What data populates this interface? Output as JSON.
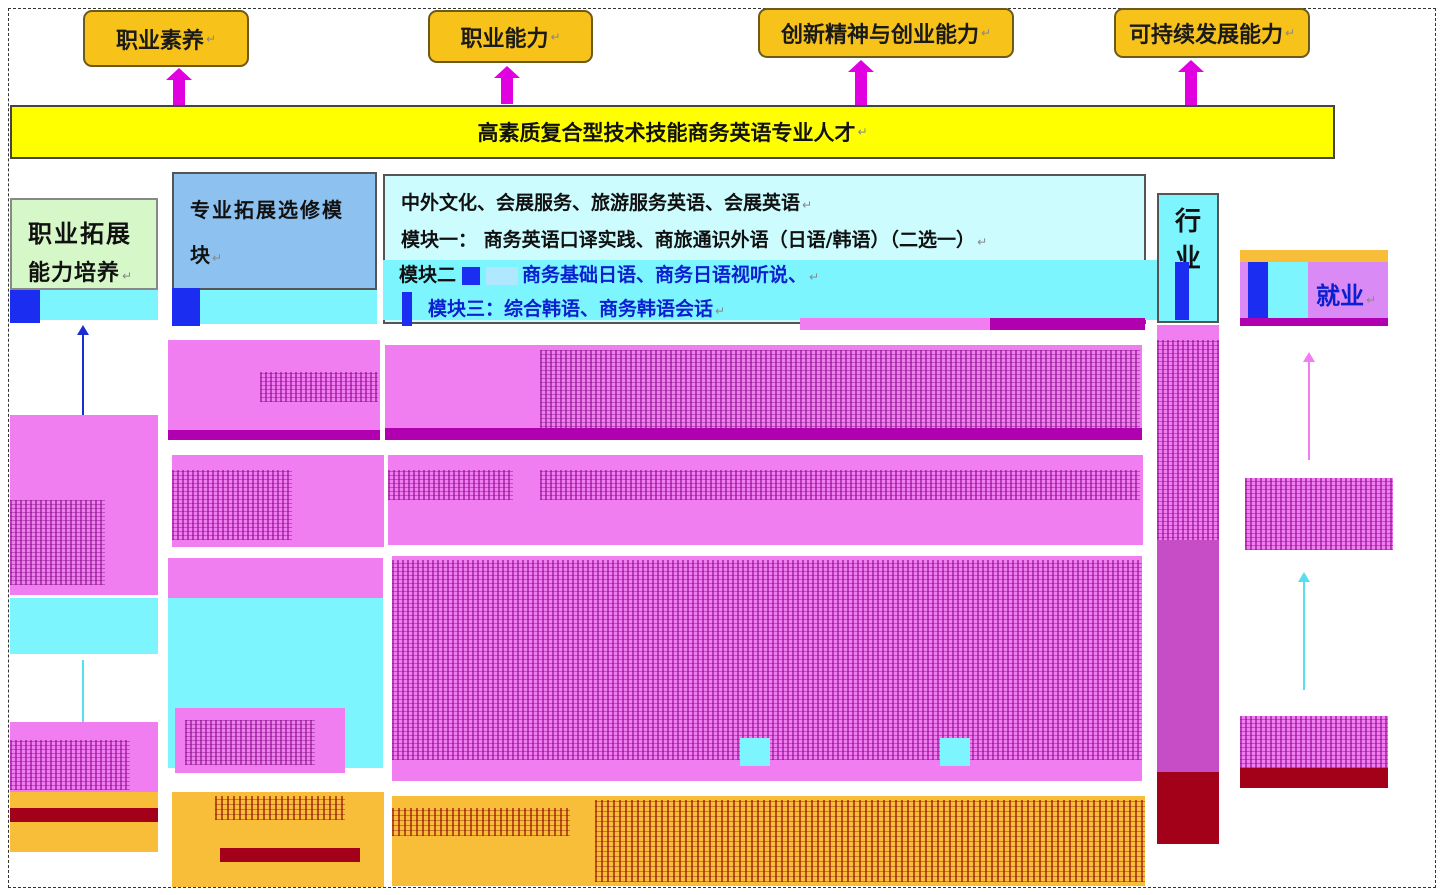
{
  "top_boxes": [
    {
      "label": "职业素养"
    },
    {
      "label": "职业能力"
    },
    {
      "label": "创新精神与创业能力"
    },
    {
      "label": "可持续发展能力"
    }
  ],
  "paragraph_mark": "↵",
  "banner": {
    "label": "高素质复合型技术技能商务英语专业人才"
  },
  "left_box": {
    "line1": "职业拓展",
    "line2": "能力培养"
  },
  "elective_box": {
    "line1": "专业拓展选修模",
    "line2": "块"
  },
  "modules": {
    "line1": "中外文化、会展服务、旅游服务英语、会展英语",
    "line2": "模块一：  商务英语口译实践、商旅通识外语（日语/韩语）（二选一）",
    "line3_prefix": "模块二",
    "line3": "商务基础日语、商务日语视听说、",
    "line4": "模块三：综合韩语、商务韩语会话"
  },
  "industry_box": {
    "line1": "行",
    "line2": "业"
  },
  "employment_box": {
    "label": "就业"
  },
  "colors": {
    "gold": "#f7c21a",
    "banner_yellow": "#ffff00",
    "arrow_magenta": "#e000e0",
    "cyan": "#7df5ff",
    "pink": "#f07ef0",
    "text_blue": "#0a1fd0"
  }
}
